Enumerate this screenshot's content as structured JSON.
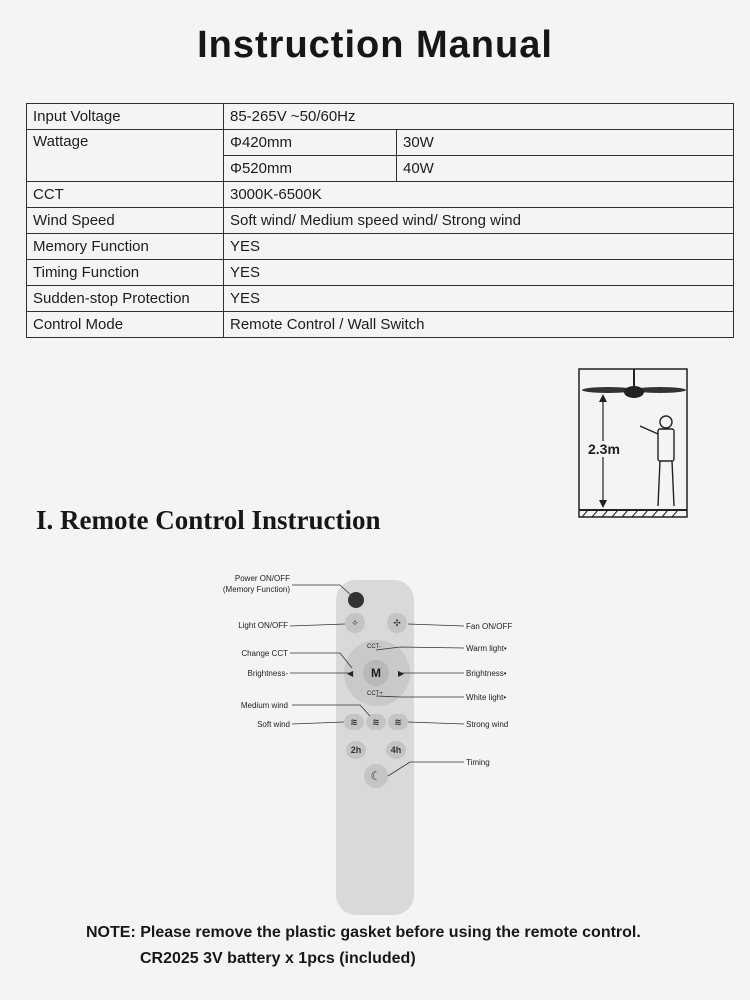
{
  "title": "Instruction Manual",
  "specs": {
    "input_voltage_label": "Input Voltage",
    "input_voltage_value": "85-265V ~50/60Hz",
    "wattage_label": "Wattage",
    "wattage_rows": [
      {
        "size": "Φ420mm",
        "watts": "30W"
      },
      {
        "size": "Φ520mm",
        "watts": "40W"
      }
    ],
    "cct_label": "CCT",
    "cct_value": "3000K-6500K",
    "wind_speed_label": "Wind Speed",
    "wind_speed_value": "Soft wind/ Medium speed wind/ Strong wind",
    "memory_label": "Memory Function",
    "memory_value": "YES",
    "timing_label": "Timing  Function",
    "timing_value": "YES",
    "sudden_stop_label": "Sudden-stop Protection",
    "sudden_stop_value": "YES",
    "control_label": "Control Mode",
    "control_value": "Remote Control /  Wall Switch"
  },
  "install_figure": {
    "height_label": "2.3m"
  },
  "section_heading": "I. Remote Control Instruction",
  "remote": {
    "button_m": "M",
    "cct_minus": "CCT-",
    "cct_plus": "CCT+",
    "labels": {
      "power": "Power ON/OFF",
      "memory": "(Memory Function)",
      "light_onoff": "Light ON/OFF",
      "change_cct": "Change CCT",
      "brightness_minus": "Brightness-",
      "medium_wind": "Medium wind",
      "soft_wind": "Soft wind",
      "fan_onoff": "Fan ON/OFF",
      "warm_light": "Warm light•",
      "brightness_plus": "Brightness•",
      "white_light": "White light•",
      "strong_wind": "Strong wind",
      "timing": "Timing"
    },
    "timer_buttons": [
      "2h",
      "4h"
    ]
  },
  "note": {
    "line1": "NOTE: Please remove the plastic gasket before using the remote control.",
    "line2": "CR2025 3V battery x 1pcs (included)"
  }
}
